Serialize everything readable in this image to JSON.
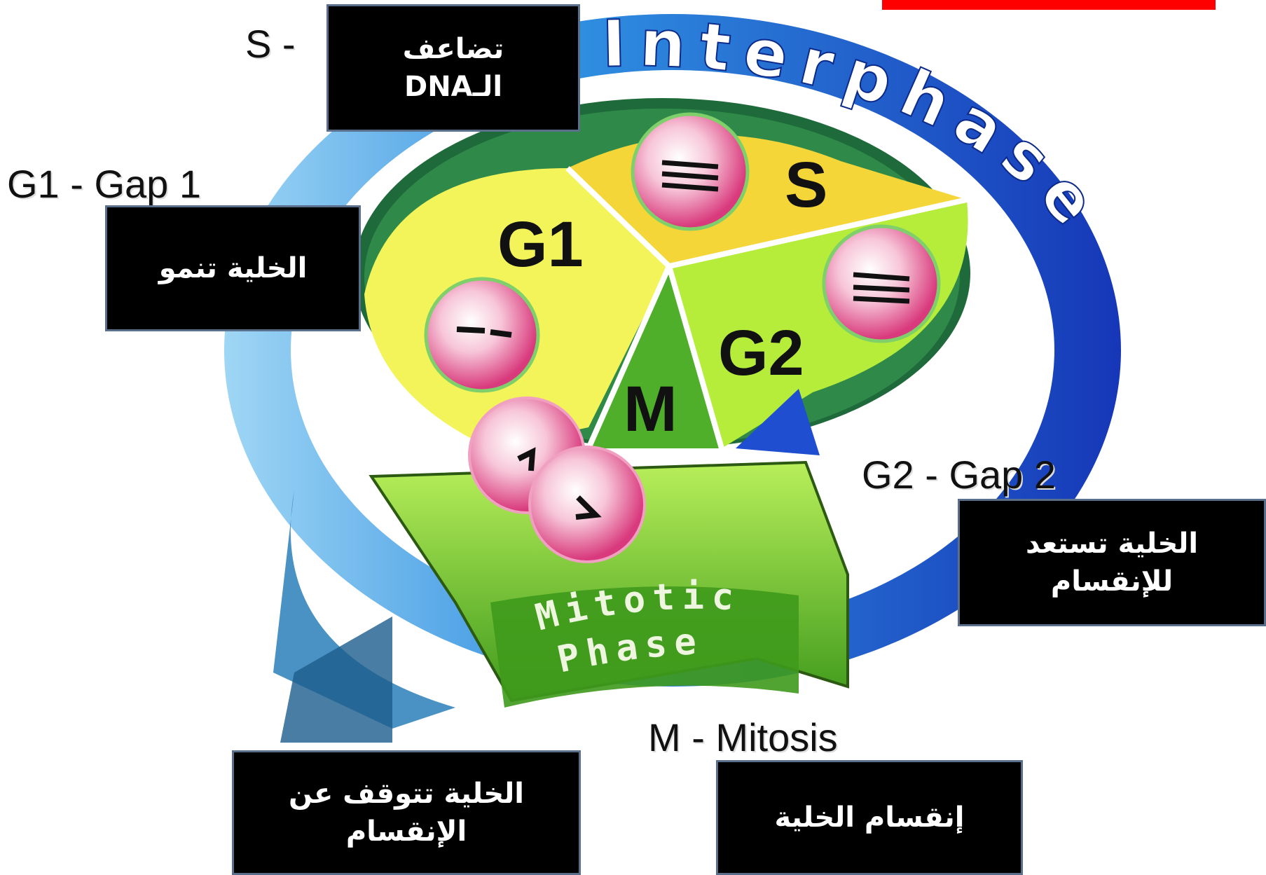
{
  "ring_title": "Interphase",
  "mitotic_banner": [
    "Mitotic",
    "Phase"
  ],
  "sectors": {
    "g1": "G1",
    "s": "S",
    "g2": "G2",
    "m": "M"
  },
  "labels": {
    "s": "S -",
    "g1": "G1 - Gap 1",
    "g2": "G2 - Gap 2",
    "m": "M - Mitosis"
  },
  "notes": {
    "s_lines": [
      "تضاعف",
      "الـDNA"
    ],
    "g1": "الخلية تنمو",
    "g2_lines": [
      "الخلية تستعد",
      "للإنقسام"
    ],
    "g0_lines": [
      "الخلية تتوقف عن",
      "الإنقسام"
    ],
    "m": "إنقسام الخلية"
  },
  "colors": {
    "ring_blue": "#1f4fd0",
    "ring_light": "#8fd0f5",
    "g1_yellow": "#f3f35a",
    "s_gold": "#f5d638",
    "g2_lime": "#b6ec3a",
    "m_green": "#4fae2a",
    "accent_red": "#ff0000"
  }
}
